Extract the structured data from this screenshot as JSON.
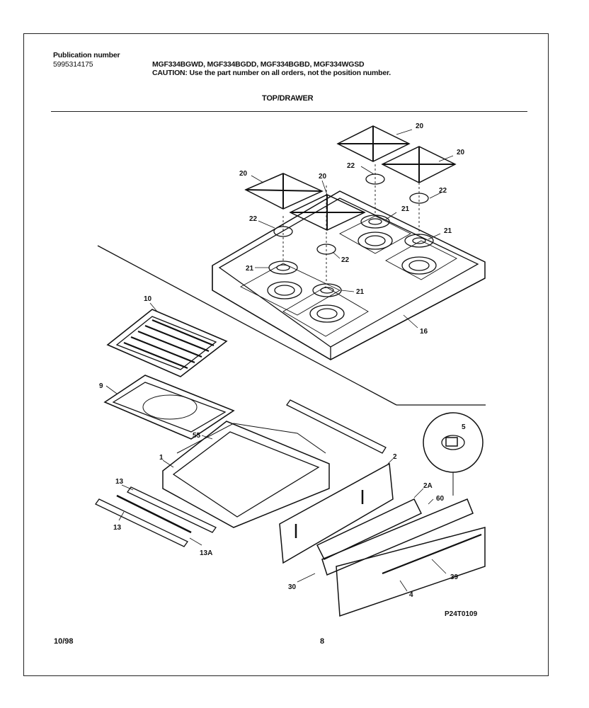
{
  "header": {
    "publication_label": "Publication number",
    "publication_number": "5995314175",
    "models": "MGF334BGWD, MGF334BGDD, MGF334BGBD, MGF334WGSD",
    "caution": "CAUTION:  Use the part number on all orders, not the position number.",
    "section_title": "TOP/DRAWER"
  },
  "callouts": {
    "c20a": "20",
    "c20b": "20",
    "c20c": "20",
    "c20d": "20",
    "c22a": "22",
    "c22b": "22",
    "c22c": "22",
    "c22d": "22",
    "c21a": "21",
    "c21b": "21",
    "c21c": "21",
    "c21d": "21",
    "c16": "16",
    "c10": "10",
    "c9": "9",
    "c5": "5",
    "c55": "55",
    "c1": "1",
    "c2": "2",
    "c2a": "2A",
    "c60": "60",
    "c13a": "13",
    "c13b": "13",
    "c13A": "13A",
    "c30": "30",
    "c39": "39",
    "c4": "4"
  },
  "drawing_id": "P24T0109",
  "footer": {
    "date": "10/98",
    "page": "8"
  }
}
